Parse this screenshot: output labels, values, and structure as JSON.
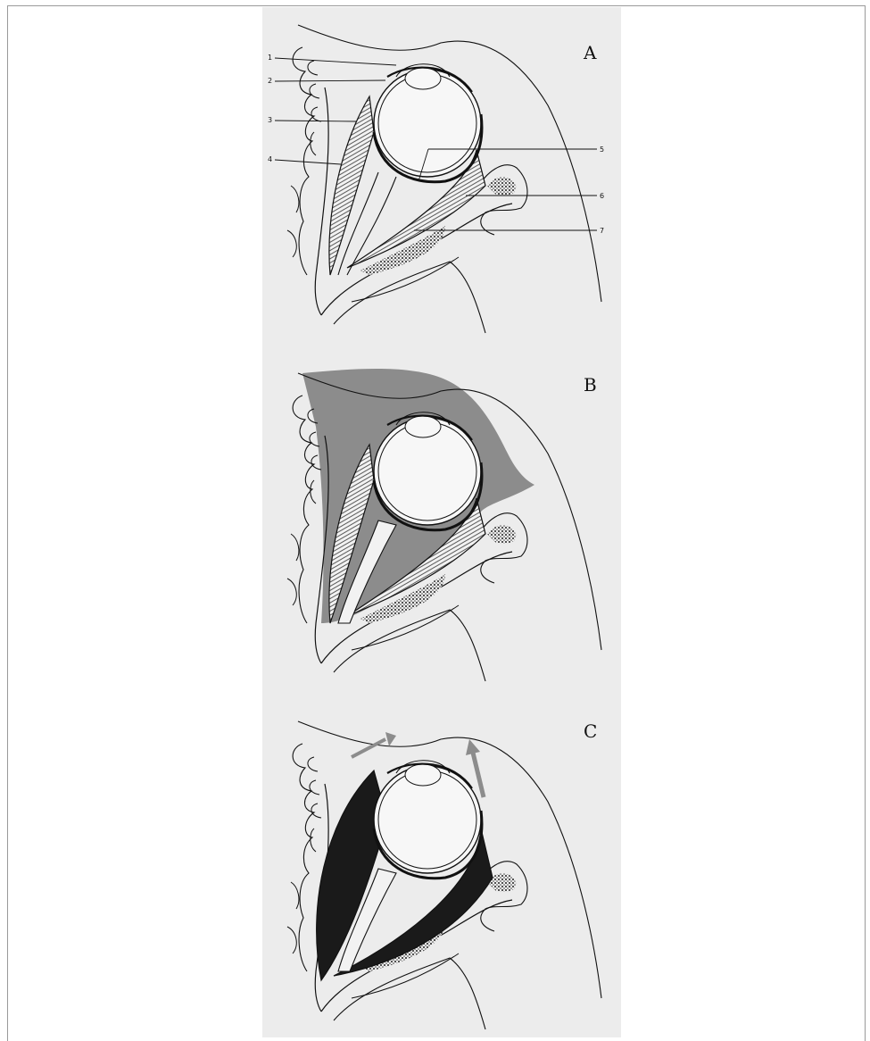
{
  "figure": {
    "panels": [
      {
        "letter": "A",
        "callouts": [
          "1",
          "2",
          "3",
          "4",
          "5",
          "6",
          "7"
        ]
      },
      {
        "letter": "B"
      },
      {
        "letter": "C"
      }
    ],
    "colors": {
      "background": "#ececec",
      "line": "#111111",
      "shading": "#8c8c8c",
      "muscle_dark": "#1a1a1a",
      "arrow": "#8c8c8c"
    }
  }
}
